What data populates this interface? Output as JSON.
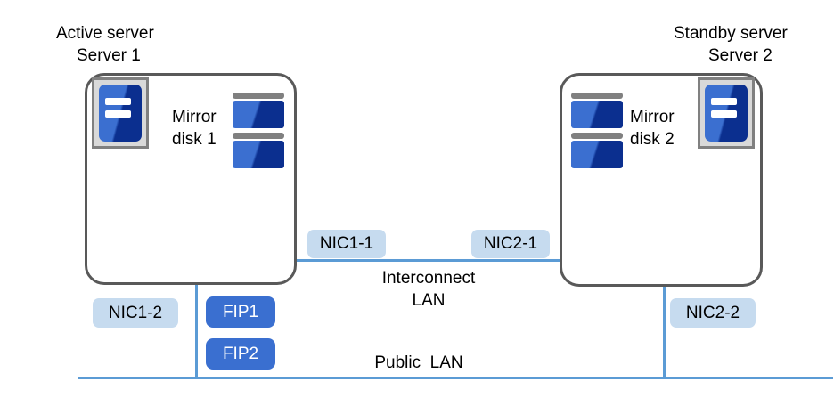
{
  "diagram": {
    "title_left_role": "Active server",
    "title_left_name": "Server 1",
    "title_right_role": "Standby server",
    "title_right_name": "Server 2",
    "mirror_disk_left_line1": "Mirror",
    "mirror_disk_left_line2": "disk 1",
    "mirror_disk_right_line1": "Mirror",
    "mirror_disk_right_line2": "disk 2",
    "interconnect_line1": "Interconnect",
    "interconnect_line2": "LAN",
    "public_lan": "Public  LAN",
    "nics": {
      "nic1_1": "NIC1-1",
      "nic2_1": "NIC2-1",
      "nic1_2": "NIC1-2",
      "nic2_2": "NIC2-2"
    },
    "fips": {
      "fip1": "FIP1",
      "fip2": "FIP2"
    },
    "colors": {
      "server_border": "#595959",
      "server_icon_frame": "#808080",
      "server_icon_fill": "#d9d9d9",
      "icon_blue_light": "#3b6fd0",
      "icon_blue_dark": "#0b2f8f",
      "nic_badge_bg": "#c6dbef",
      "fip_badge_bg": "#3a6fd0",
      "network_line": "#5b9bd5",
      "text": "#000000",
      "background": "#ffffff"
    }
  }
}
